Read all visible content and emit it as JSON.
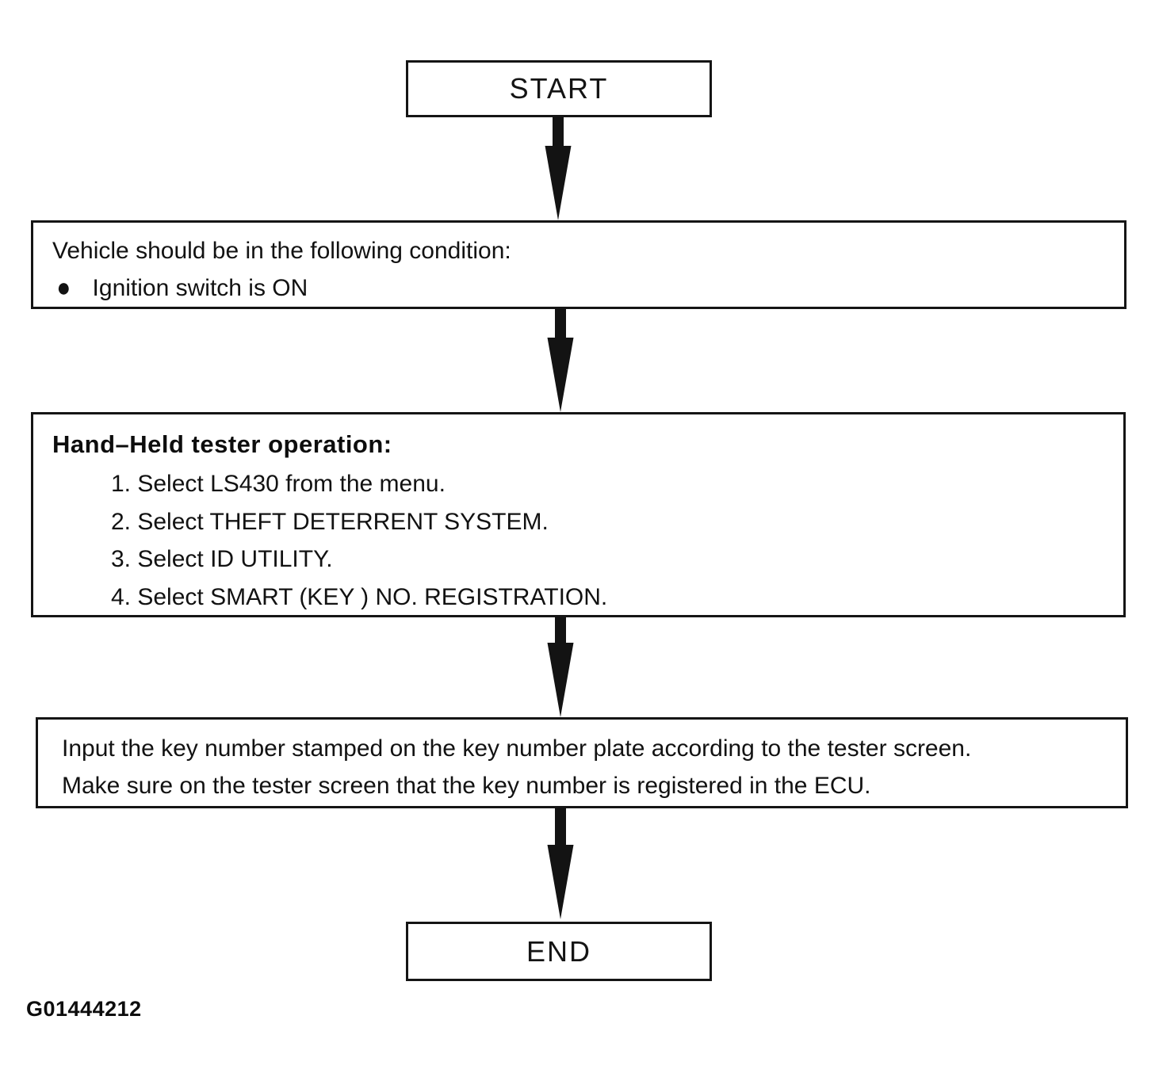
{
  "flowchart": {
    "start_label": "START",
    "end_label": "END",
    "condition_box": {
      "title": "Vehicle should be in the following condition:",
      "bullet_glyph": "●",
      "items": [
        "Ignition switch is ON"
      ]
    },
    "tester_box": {
      "title": "Hand–Held tester operation:",
      "steps": [
        "1. Select LS430 from the menu.",
        "2. Select THEFT DETERRENT SYSTEM.",
        "3. Select ID UTILITY.",
        "4. Select SMART (KEY ) NO. REGISTRATION."
      ]
    },
    "input_box": {
      "lines": [
        "Input the key number stamped on the key number plate according to the tester screen.",
        "Make sure on the tester screen that the key number is registered in the ECU."
      ]
    },
    "figure_id": "G01444212",
    "colors": {
      "ink": "#151515",
      "background": "#ffffff"
    }
  }
}
